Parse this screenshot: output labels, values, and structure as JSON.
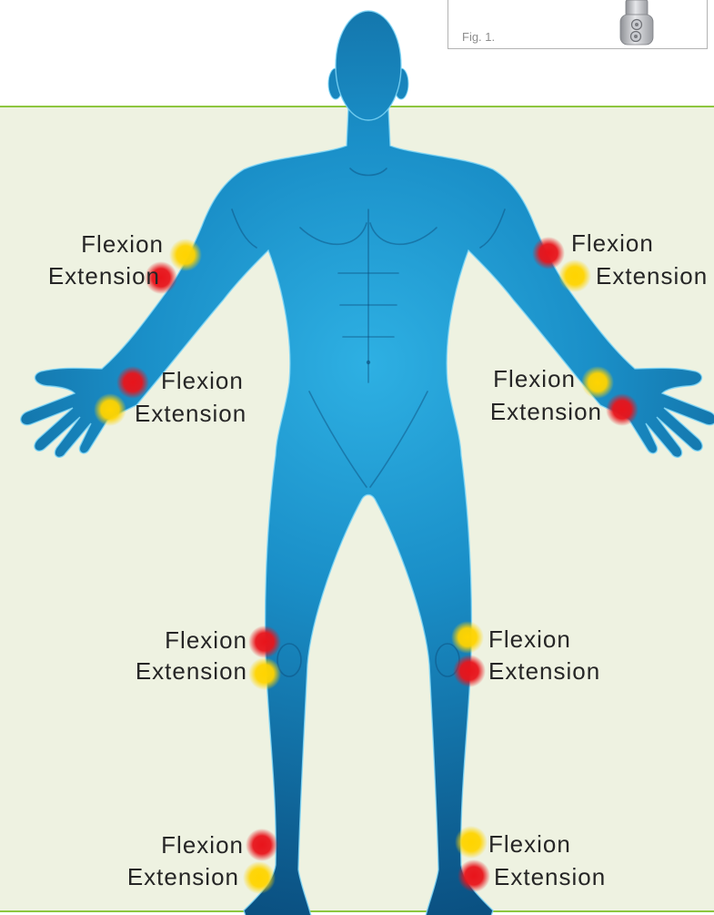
{
  "figure": {
    "caption": "Fig. 1."
  },
  "labels": {
    "left_shoulder": {
      "flexion": "Flexion",
      "extension": "Extension"
    },
    "right_shoulder": {
      "flexion": "Flexion",
      "extension": "Extension"
    },
    "left_wrist": {
      "flexion": "Flexion",
      "extension": "Extension"
    },
    "right_wrist": {
      "flexion": "Flexion",
      "extension": "Extension"
    },
    "left_knee": {
      "flexion": "Flexion",
      "extension": "Extension"
    },
    "right_knee": {
      "flexion": "Flexion",
      "extension": "Extension"
    },
    "left_ankle": {
      "flexion": "Flexion",
      "extension": "Extension"
    },
    "right_ankle": {
      "flexion": "Flexion",
      "extension": "Extension"
    }
  },
  "colors": {
    "red_dot": "#e8141b",
    "yellow_dot": "#ffd400",
    "panel_background": "#eef2e1",
    "panel_border": "#8dc63f",
    "body_blue": "#1a8fc8"
  },
  "icons": {
    "body": "human-body-figure",
    "device": "device-clip-image",
    "red_marker": "red-marker-dot",
    "yellow_marker": "yellow-marker-dot"
  }
}
